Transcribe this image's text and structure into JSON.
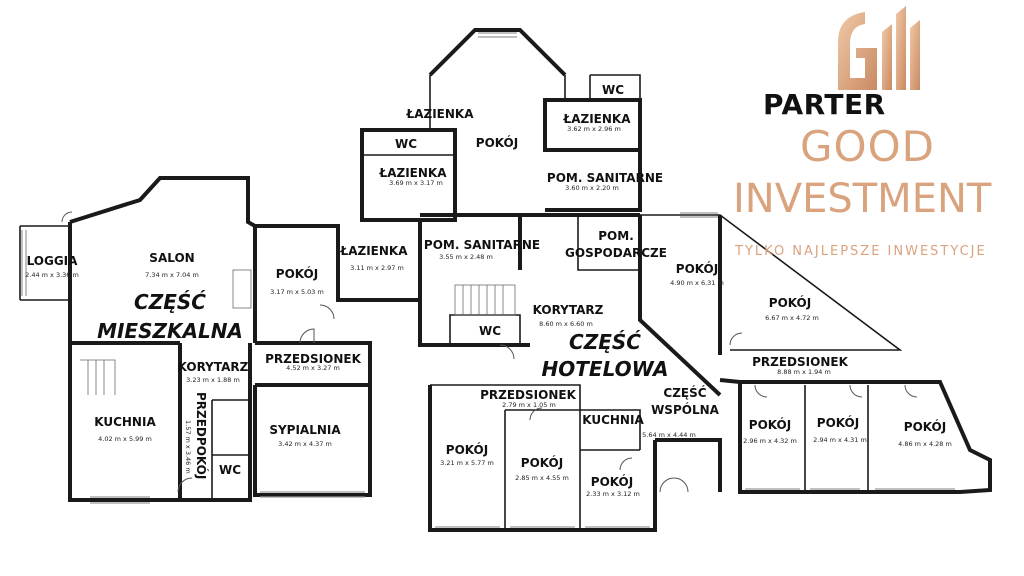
{
  "brand": {
    "floor_label": "PARTER",
    "name_line1": "GOOD",
    "name_line2": "INVESTMENT",
    "tagline": "TYLKO NAJLEPSZE INWESTYCJE",
    "color": "#d9a37e",
    "logo_icon": "gi-monogram-logo-icon"
  },
  "zones": {
    "residential_line1": "CZĘŚĆ",
    "residential_line2": "MIESZKALNA",
    "hotel_line1": "CZĘŚĆ",
    "hotel_line2": "HOTELOWA"
  },
  "rooms": {
    "loggia": {
      "name": "LOGGIA",
      "dims": "2.44 m x 3.36 m"
    },
    "salon": {
      "name": "SALON",
      "dims": "7.34 m x 7.04 m"
    },
    "korytarz_res": {
      "name": "KORYTARZ",
      "dims": "3.23 m x 1.88 m"
    },
    "kuchnia_res": {
      "name": "KUCHNIA",
      "dims": "4.02 m x 5.99 m"
    },
    "przedpokoj": {
      "name": "PRZEDPOKÓJ",
      "dims": "1.57 m x 3.46 m"
    },
    "wc_res": {
      "name": "WC"
    },
    "pokoj_res": {
      "name": "POKÓJ",
      "dims": "3.17 m x 5.03 m"
    },
    "przedsionek_res": {
      "name": "PRZEDSIONEK",
      "dims": "4.52 m x 3.27 m"
    },
    "sypialnia": {
      "name": "SYPIALNIA",
      "dims": "3.42 m x 4.37 m"
    },
    "lazienka_a": {
      "name": "ŁAZIENKA",
      "dims": "3.11 m x 2.97 m"
    },
    "lazienka_b": {
      "name": "ŁAZIENKA",
      "dims": "3.69 m x 3.17 m"
    },
    "wc_b": {
      "name": "WC"
    },
    "lazienka_top": {
      "name": "ŁAZIENKA"
    },
    "pokoj_bay": {
      "name": "POKÓJ"
    },
    "lazienka_c": {
      "name": "ŁAZIENKA",
      "dims": "3.62 m x 2.96 m"
    },
    "wc_c": {
      "name": "WC"
    },
    "pom_sanitarne_a": {
      "name": "POM. SANITARNE",
      "dims": "3.60 m x 2.20 m"
    },
    "pom_sanitarne_b": {
      "name": "POM. SANITARNE",
      "dims": "3.55 m x 2.48 m"
    },
    "pom_gospodarcze": {
      "name_line1": "POM.",
      "name_line2": "GOSPODARCZE"
    },
    "korytarz_hotel": {
      "name": "KORYTARZ",
      "dims": "8.60 m x 6.60 m"
    },
    "wc_hotel": {
      "name": "WC"
    },
    "pokoj_e1": {
      "name": "POKÓJ",
      "dims": "4.90 m x 6.31 m"
    },
    "pokoj_e2": {
      "name": "POKÓJ",
      "dims": "6.67 m x 4.72 m"
    },
    "przedsionek_e": {
      "name": "PRZEDSIONEK",
      "dims": "8.88 m x 1.94 m"
    },
    "czesc_wspolna": {
      "name_line1": "CZĘŚĆ",
      "name_line2": "WSPÓLNA",
      "dims": "5.64 m x 4.44 m"
    },
    "przedsionek_m": {
      "name": "PRZEDSIONEK",
      "dims": "2.79 m x 1.05 m"
    },
    "kuchnia_hotel": {
      "name": "KUCHNIA"
    },
    "pokoj_s1": {
      "name": "POKÓJ",
      "dims": "3.21 m x 5.77 m"
    },
    "pokoj_s2": {
      "name": "POKÓJ",
      "dims": "2.85 m x 4.55 m"
    },
    "pokoj_s3": {
      "name": "POKÓJ",
      "dims": "2.33 m x 3.12 m"
    },
    "pokoj_r1": {
      "name": "POKÓJ",
      "dims": "2.96 m x 4.32 m"
    },
    "pokoj_r2": {
      "name": "POKÓJ",
      "dims": "2.94 m x 4.31 m"
    },
    "pokoj_r3": {
      "name": "POKÓJ",
      "dims": "4.86 m x 4.28 m"
    }
  }
}
